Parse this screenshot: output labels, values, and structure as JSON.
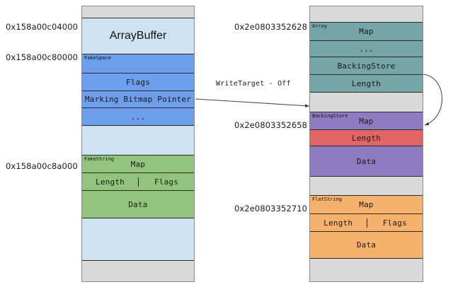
{
  "diagram": {
    "title": "V8 heap memory layout: fake ArrayBuffer / FakeString overlapping Array, BackingStore and FlatString",
    "colors": {
      "light_blue": "#cfe2f3",
      "blue": "#6d9eeb",
      "green": "#93c47d",
      "teal": "#76a5a8",
      "purple": "#8e7cc3",
      "red": "#e06666",
      "orange": "#f6b26c",
      "grey": "#d9d9d9",
      "border": "#2b2b2b"
    }
  },
  "left_column": {
    "addresses": [
      {
        "id": "addr-l1",
        "text": "0x158a00c04000"
      },
      {
        "id": "addr-l2",
        "text": "0x158a00c80000"
      },
      {
        "id": "addr-l3",
        "text": "0x158a00c8a000"
      }
    ],
    "rows": [
      {
        "label": "",
        "tag": "",
        "color": "grey",
        "height": 16
      },
      {
        "label": "ArrayBuffer",
        "tag": "",
        "color": "light_blue",
        "height": 52
      },
      {
        "label": "",
        "tag": "FakeSpace",
        "color": "blue",
        "height": 27
      },
      {
        "label": "Flags",
        "tag": "",
        "color": "blue",
        "height": 25
      },
      {
        "label": "Marking Bitmap Pointer",
        "tag": "",
        "color": "blue",
        "height": 24
      },
      {
        "label": "...",
        "tag": "",
        "color": "blue",
        "height": 25
      },
      {
        "label": "",
        "tag": "",
        "color": "light_blue",
        "height": 42
      },
      {
        "label": "Map",
        "tag": "FakeString",
        "color": "green",
        "height": 25
      },
      {
        "label": "",
        "tag": "",
        "color": "green",
        "height": 25,
        "split": [
          "Length",
          "Flags"
        ]
      },
      {
        "label": "Data",
        "tag": "",
        "color": "green",
        "height": 39
      },
      {
        "label": "",
        "tag": "",
        "color": "light_blue",
        "height": 60
      },
      {
        "label": "",
        "tag": "",
        "color": "grey",
        "height": 28
      }
    ]
  },
  "right_column": {
    "addresses": [
      {
        "id": "addr-r1",
        "text": "0x2e0803352628"
      },
      {
        "id": "addr-r2",
        "text": "0x2e0803352658"
      },
      {
        "id": "addr-r3",
        "text": "0x2e0803352710"
      }
    ],
    "rows": [
      {
        "label": "",
        "tag": "",
        "color": "grey",
        "height": 22
      },
      {
        "label": "Map",
        "tag": "Array",
        "color": "teal",
        "height": 27
      },
      {
        "label": "...",
        "tag": "",
        "color": "teal",
        "height": 23
      },
      {
        "label": "BackingStore",
        "tag": "",
        "color": "teal",
        "height": 25
      },
      {
        "label": "Length",
        "tag": "",
        "color": "teal",
        "height": 25
      },
      {
        "label": "",
        "tag": "",
        "color": "grey",
        "height": 27
      },
      {
        "label": "Map",
        "tag": "BackingStore",
        "color": "purple",
        "height": 26
      },
      {
        "label": "Length",
        "tag": "",
        "color": "red",
        "height": 23
      },
      {
        "label": "Data",
        "tag": "",
        "color": "purple",
        "height": 43
      },
      {
        "label": "",
        "tag": "",
        "color": "grey",
        "height": 26
      },
      {
        "label": "Map",
        "tag": "FlatString",
        "color": "orange",
        "height": 27
      },
      {
        "label": "",
        "tag": "",
        "color": "orange",
        "height": 25,
        "split": [
          "Length",
          "Flags"
        ]
      },
      {
        "label": "Data",
        "tag": "",
        "color": "orange",
        "height": 38
      },
      {
        "label": "",
        "tag": "",
        "color": "grey",
        "height": 22
      }
    ]
  },
  "annotations": {
    "write_target_label": "WriteTarget - Off"
  }
}
